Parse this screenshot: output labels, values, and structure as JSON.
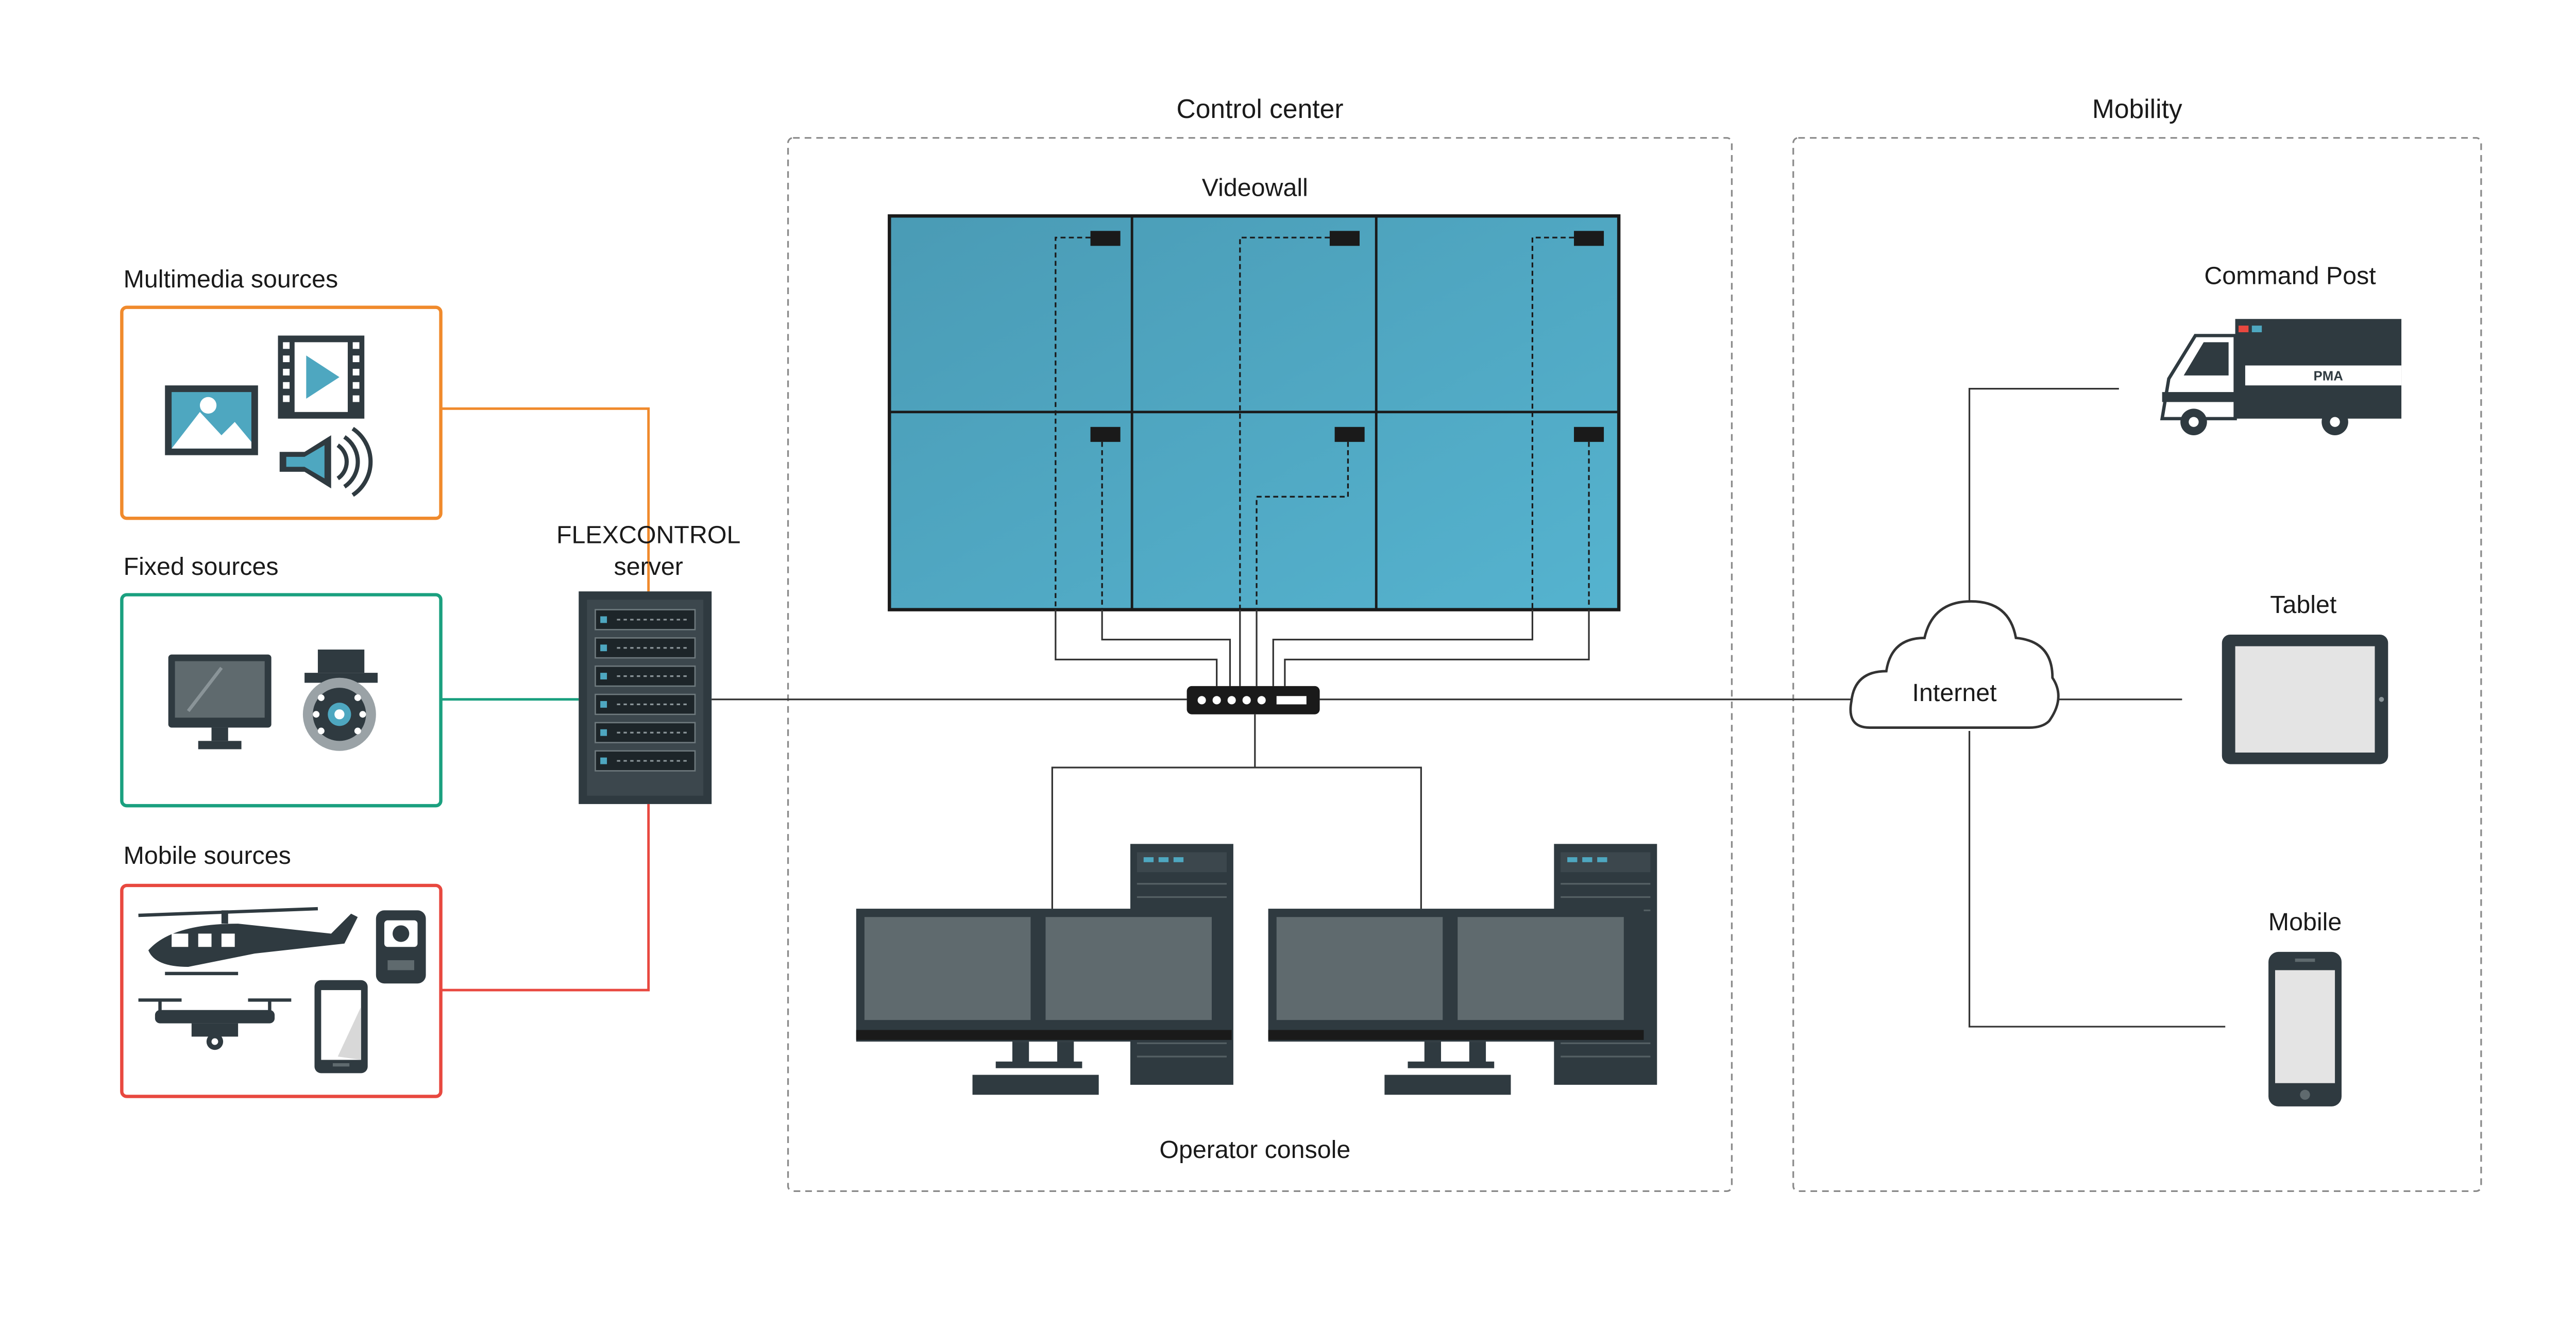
{
  "sections": {
    "control_center": "Control center",
    "mobility": "Mobility"
  },
  "labels": {
    "videowall": "Videowall",
    "operator_console": "Operator console",
    "server_line1": "FLEXCONTROL",
    "server_line2": "server",
    "internet": "Internet",
    "command_post": "Command Post",
    "tablet": "Tablet",
    "mobile": "Mobile",
    "truck_text": "PMA"
  },
  "sources": [
    {
      "label": "Multimedia sources",
      "color": "#f08a2c"
    },
    {
      "label": "Fixed sources",
      "color": "#1aa07f"
    },
    {
      "label": "Mobile sources",
      "color": "#e8483f"
    }
  ],
  "colors": {
    "screen": "#4ea7c0",
    "device_dark": "#2f3a40",
    "monitor_screen": "#5f6a6e",
    "line": "#333333",
    "dashed_border": "#8a8a8a"
  }
}
